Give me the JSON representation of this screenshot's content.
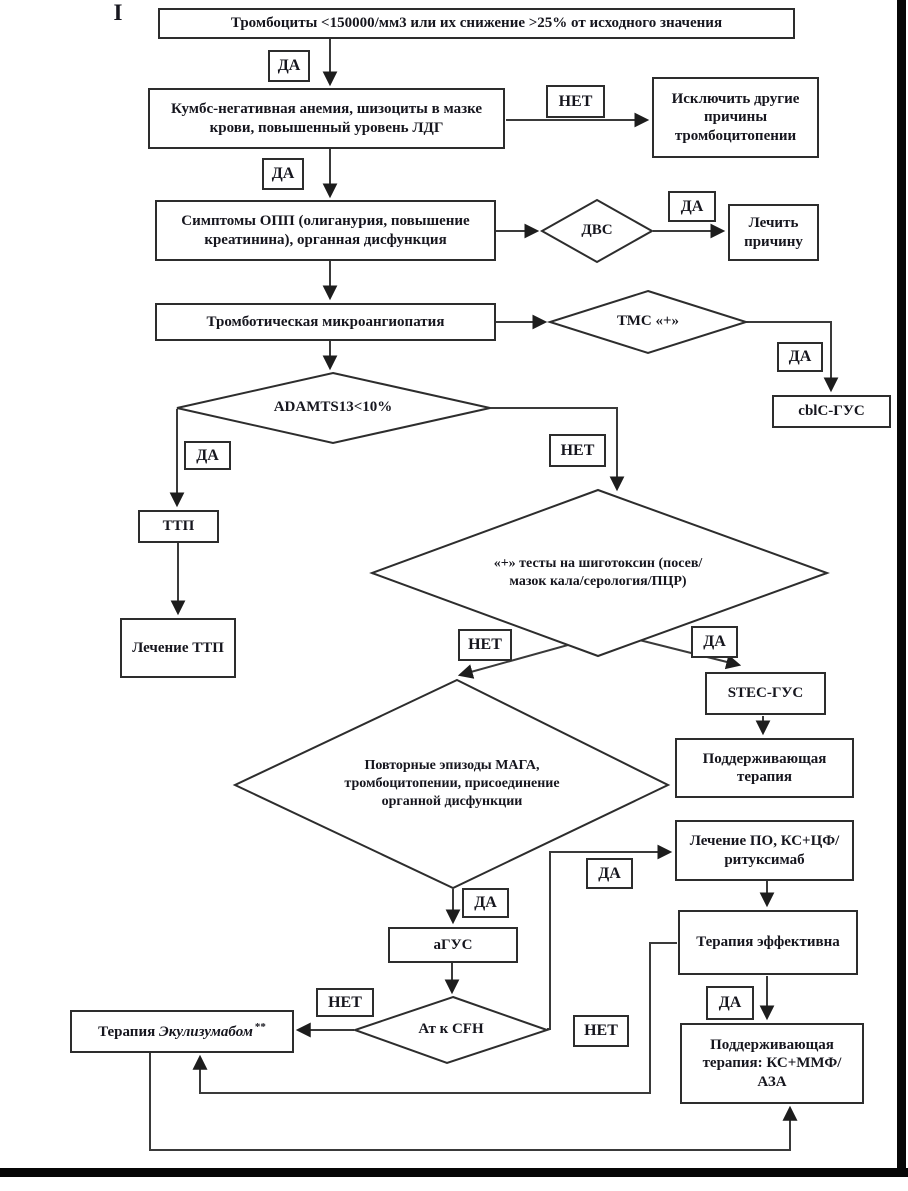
{
  "figure_label": "I",
  "labels": {
    "yes": "ДА",
    "no": "НЕТ"
  },
  "nodes": {
    "platelets": "Тромбоциты <150000/мм3 или их снижение >25% от исходного значения",
    "coombs": "Кумбс-негативная анемия, шизоциты в мазке крови, повышенный уровень ЛДГ",
    "exclude_other": "Исключить другие причины тромбоцитопении",
    "aki": "Симптомы ОПП (олиганурия, повышение креатинина), органная дисфункция",
    "treat_cause": "Лечить причину",
    "tma": "Тромботическая микроангиопатия",
    "cblc": "cblC-ГУС",
    "ttp": "ТТП",
    "ttp_treatment": "Лечение ТТП",
    "stec": "STEC-ГУС",
    "supportive1": "Поддерживающая терапия",
    "po_treatment": "Лечение ПО, КС+ЦФ/ритуксимаб",
    "agus": "аГУС",
    "therapy_effective": "Терапия эффективна",
    "eculizumab": {
      "prefix": "Терапия",
      "drug": "Экулизумабом",
      "marker": "**"
    },
    "supportive2": "Поддерживающая терапия: КС+ММФ/АЗА"
  },
  "decisions": {
    "dvs": "ДВС",
    "tms": "ТМС «+»",
    "adamts": "ADAMTS13<10%",
    "shigatoxin": "«+» тесты на шиготоксин (посев/мазок кала/серология/ПЦР)",
    "relapse": "Повторные эпизоды МАГА, тромбоцитопении, присоединение  органной дисфункции",
    "cfh": "Ат к CFH"
  },
  "colors": {
    "background": "#ffffff",
    "line": "#3a3a3a",
    "box_border": "#2d2d2d",
    "text": "#16161e",
    "frame": "#070707"
  }
}
